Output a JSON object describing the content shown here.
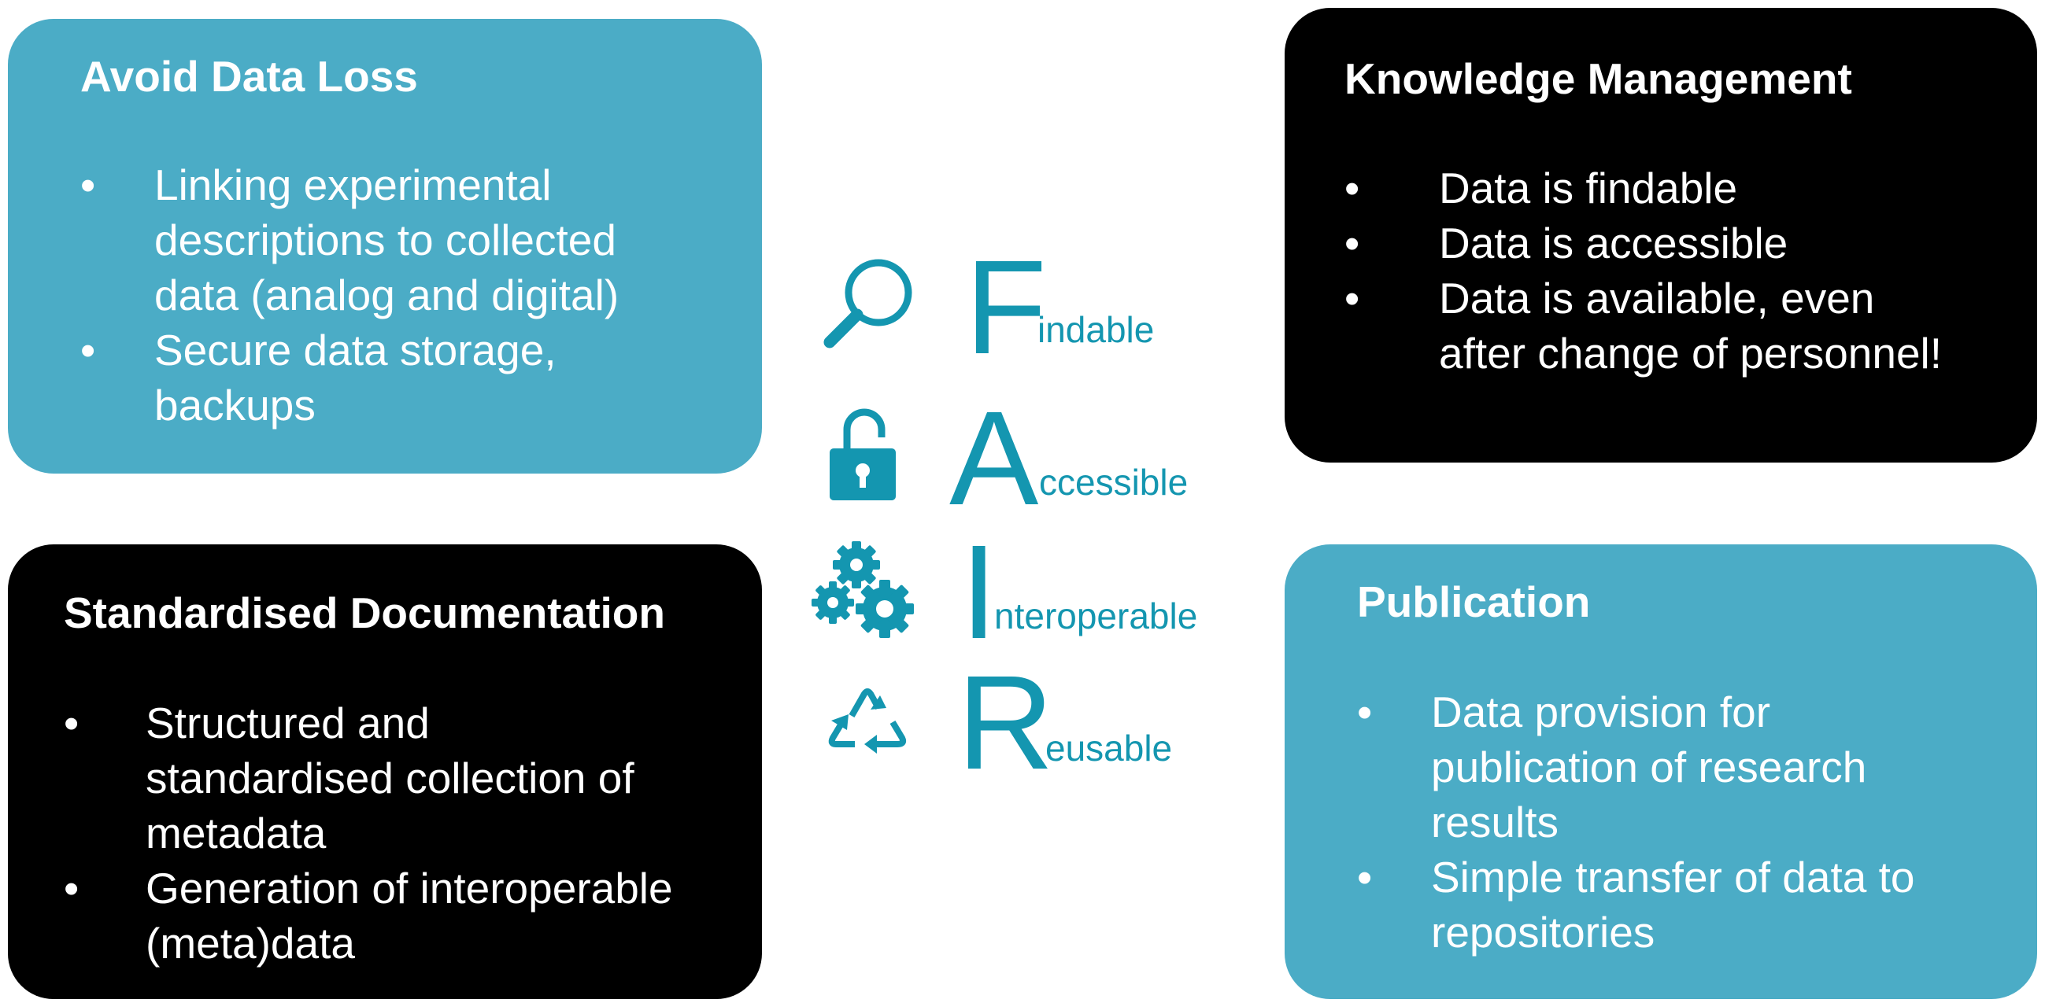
{
  "colors": {
    "teal_box": "#4bacc6",
    "black_box": "#000000",
    "fair_accent": "#1496b0",
    "text": "#ffffff"
  },
  "boxes": {
    "avoid": {
      "title": "Avoid Data Loss",
      "items": [
        [
          "Linking experimental",
          "descriptions to collected",
          "data (analog and digital)"
        ],
        [
          "Secure data storage,",
          "backups"
        ]
      ]
    },
    "knowledge": {
      "title": "Knowledge Management",
      "items": [
        [
          "Data is findable"
        ],
        [
          "Data is accessible"
        ],
        [
          "Data is available, even",
          "after change of personnel!"
        ]
      ]
    },
    "standard": {
      "title": "Standardised Documentation",
      "items": [
        [
          "Structured and",
          "standardised collection of",
          "metadata"
        ],
        [
          "Generation of interoperable",
          "(meta)data"
        ]
      ]
    },
    "publication": {
      "title": "Publication",
      "items": [
        [
          "Data provision for",
          "publication of research",
          "results"
        ],
        [
          "Simple transfer of data to",
          "repositories"
        ]
      ]
    }
  },
  "bullet": "•",
  "fair": [
    {
      "letter": "F",
      "rest": "indable",
      "icon": "magnifier-icon"
    },
    {
      "letter": "A",
      "rest": "ccessible",
      "icon": "open-padlock-icon"
    },
    {
      "letter": "I",
      "rest": "nteroperable",
      "icon": "gears-icon"
    },
    {
      "letter": "R",
      "rest": "eusable",
      "icon": "recycle-icon"
    }
  ]
}
